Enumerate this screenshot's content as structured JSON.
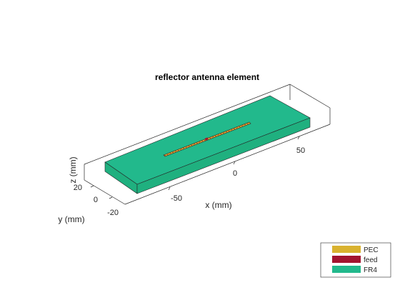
{
  "figure": {
    "title": "reflector antenna element",
    "xlabel": "x (mm)",
    "ylabel": "y (mm)",
    "zlabel": "z (mm)",
    "x_ticks": [
      "-50",
      "0",
      "50"
    ],
    "y_ticks": [
      "20",
      "0",
      "-20"
    ],
    "colors": {
      "substrate_top": "#22b98c",
      "substrate_side": "#1fb07f",
      "dipole": "#d9b22f",
      "feed": "#a2142f"
    }
  },
  "legend": {
    "items": [
      {
        "label": "PEC",
        "color": "#d9b22f"
      },
      {
        "label": "feed",
        "color": "#a2142f"
      },
      {
        "label": "FR4",
        "color": "#22b98c"
      }
    ]
  }
}
